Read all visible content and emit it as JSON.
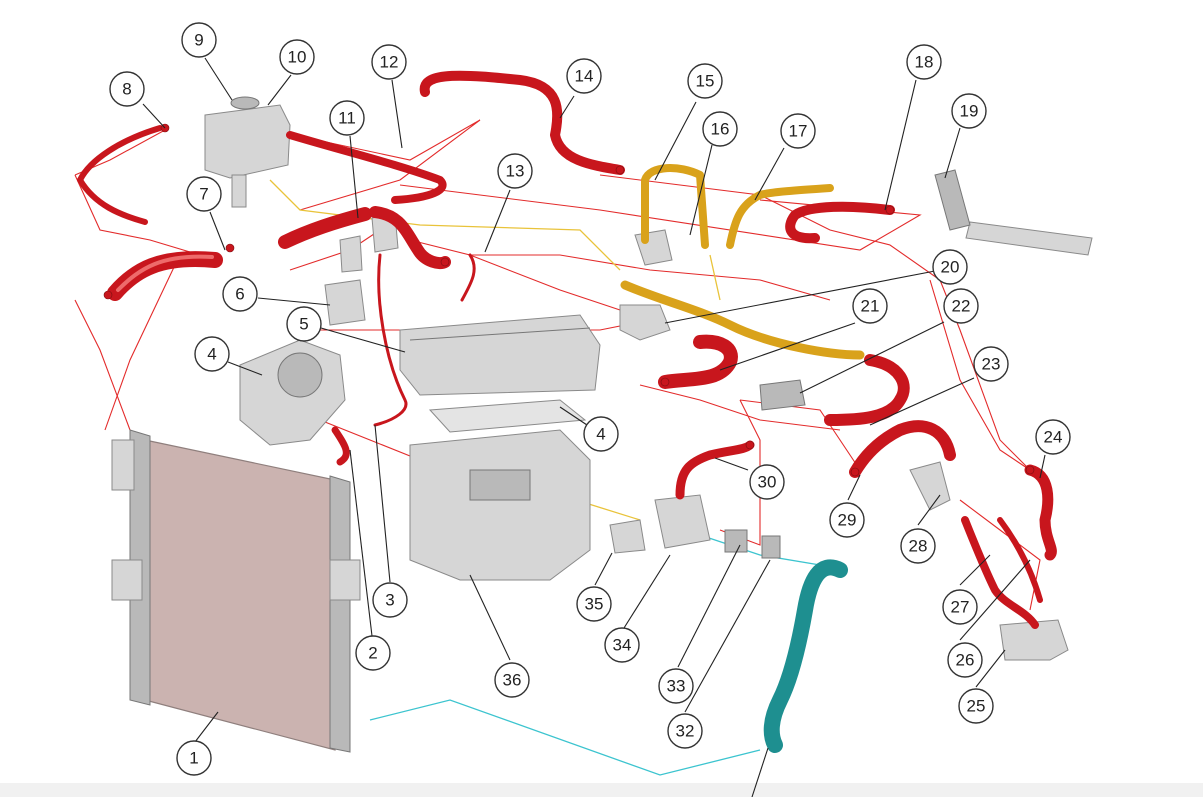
{
  "diagram": {
    "callouts": [
      {
        "id": 1,
        "label": "1"
      },
      {
        "id": 2,
        "label": "2"
      },
      {
        "id": 3,
        "label": "3"
      },
      {
        "id": 4,
        "label": "4"
      },
      {
        "id": 4,
        "label": "4"
      },
      {
        "id": 5,
        "label": "5"
      },
      {
        "id": 6,
        "label": "6"
      },
      {
        "id": 7,
        "label": "7"
      },
      {
        "id": 8,
        "label": "8"
      },
      {
        "id": 9,
        "label": "9"
      },
      {
        "id": 10,
        "label": "10"
      },
      {
        "id": 11,
        "label": "11"
      },
      {
        "id": 12,
        "label": "12"
      },
      {
        "id": 13,
        "label": "13"
      },
      {
        "id": 14,
        "label": "14"
      },
      {
        "id": 15,
        "label": "15"
      },
      {
        "id": 16,
        "label": "16"
      },
      {
        "id": 17,
        "label": "17"
      },
      {
        "id": 18,
        "label": "18"
      },
      {
        "id": 19,
        "label": "19"
      },
      {
        "id": 20,
        "label": "20"
      },
      {
        "id": 21,
        "label": "21"
      },
      {
        "id": 22,
        "label": "22"
      },
      {
        "id": 23,
        "label": "23"
      },
      {
        "id": 24,
        "label": "24"
      },
      {
        "id": 25,
        "label": "25"
      },
      {
        "id": 26,
        "label": "26"
      },
      {
        "id": 27,
        "label": "27"
      },
      {
        "id": 28,
        "label": "28"
      },
      {
        "id": 29,
        "label": "29"
      },
      {
        "id": 30,
        "label": "30"
      },
      {
        "id": 32,
        "label": "32"
      },
      {
        "id": 33,
        "label": "33"
      },
      {
        "id": 34,
        "label": "34"
      },
      {
        "id": 35,
        "label": "35"
      },
      {
        "id": 36,
        "label": "36"
      }
    ],
    "colors": {
      "hose_red": "#c8161d",
      "hose_gold": "#d9a21b",
      "hose_teal": "#1e8f90",
      "connector_red": "#e32b2b",
      "connector_yellow": "#e9c33a",
      "connector_cyan": "#3cc4cf",
      "radiator": "#cbb3b0",
      "component_grey": "#d6d6d6"
    }
  }
}
